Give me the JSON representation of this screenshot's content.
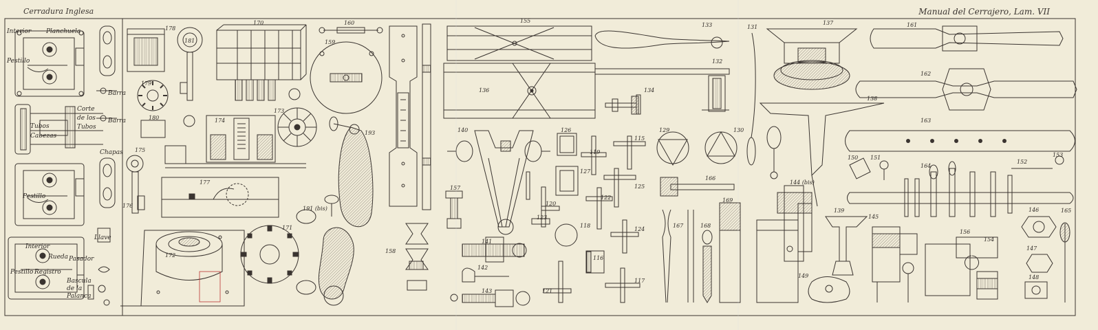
{
  "header": {
    "left_title": "Cerradura Inglesa",
    "right_title": "Manual del Cerrajero, Lam. VII"
  },
  "labels": {
    "interior_top": "Interior",
    "planchuela": "Planchuela",
    "pestillo_top": "Pestillo",
    "barra_1": "Barra",
    "barra_2": "Barra",
    "corte": "Corte",
    "de_los": "de los",
    "tubos_right": "Tubos",
    "tubos_left": "Tubos",
    "cabezas": "Cabezas",
    "chapas": "Chapas",
    "pestillo_mid": "Pestillo",
    "llave": "Llave",
    "interior_bottom": "Interior",
    "rueda": "Rueda",
    "pasador": "Pasador",
    "pestillo_bottom": "Pestillo",
    "registro": "Registro",
    "bascula": "Bascula",
    "de_la": "de la",
    "palanca": "Palanca"
  },
  "figure_numbers": {
    "f178": "178",
    "f181": "181",
    "f170": "170",
    "f179": "179",
    "f180": "180",
    "f175": "175",
    "f174": "174",
    "f173": "173",
    "f177": "177",
    "f176": "176",
    "f172": "172",
    "f171": "171",
    "f160": "160",
    "f159": "159",
    "f193": "193",
    "f191": "191 (bis)",
    "f158": "158",
    "f155": "155",
    "f136": "136",
    "f140": "140",
    "f126": "126",
    "f127": "127",
    "f119": "119",
    "f118": "118",
    "f120": "120",
    "f121": "121",
    "f122": "122",
    "f123": "123",
    "f124": "124",
    "f125": "125",
    "f115": "115",
    "f116": "116",
    "f117": "117",
    "f141": "141",
    "f142": "142",
    "f143": "143",
    "f157": "157",
    "f133": "133",
    "f132": "132",
    "f134": "134",
    "f131": "131",
    "f129": "129",
    "f130": "130",
    "f137": "137",
    "f138": "138",
    "f144": "144 (bis)",
    "f165": "165",
    "f166": "166",
    "f167": "167",
    "f168": "168",
    "f169": "169",
    "f139": "139",
    "f145": "145",
    "f146": "146",
    "f147": "147",
    "f148": "148",
    "f149": "149",
    "f150": "150",
    "f151": "151",
    "f152": "152",
    "f153": "153",
    "f154": "154",
    "f156": "156",
    "f161": "161",
    "f162": "162",
    "f163": "163",
    "f164": "164"
  }
}
